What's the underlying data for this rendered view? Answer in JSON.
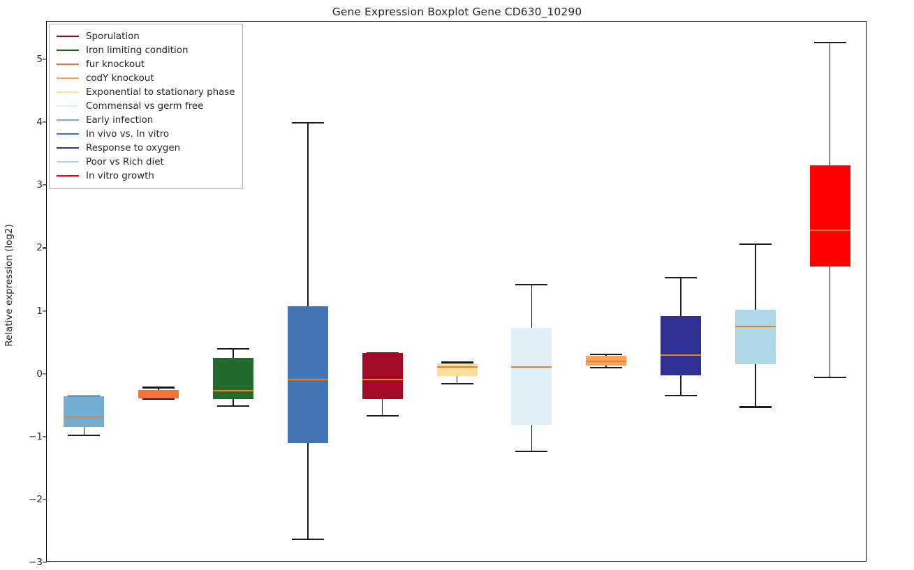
{
  "chart_data": {
    "type": "boxplot",
    "title": "Gene Expression Boxplot Gene CD630_10290",
    "xlabel": "",
    "ylabel": "Relative expression (log2)",
    "ylim": [
      -3.0,
      5.6
    ],
    "yticks": [
      5,
      4,
      3,
      2,
      1,
      0,
      -1,
      -2,
      -3
    ],
    "ytick_labels": [
      "5",
      "4",
      "3",
      "2",
      "1",
      "0",
      "−1",
      "−2",
      "−3"
    ],
    "grid": false,
    "median_color": "#ef7f23",
    "whisker_color": "#1a1a1a",
    "legend_position": "upper left",
    "boxes": [
      {
        "name": "Early infection",
        "color": "#74ACD2",
        "whisker_low": -0.98,
        "q1": -0.85,
        "median": -0.69,
        "q3": -0.36,
        "whisker_high": -0.36
      },
      {
        "name": "fur knockout",
        "color": "#F4703C",
        "whisker_low": -0.4,
        "q1": -0.39,
        "median": -0.33,
        "q3": -0.26,
        "whisker_high": -0.22
      },
      {
        "name": "Iron limiting condition",
        "color": "#236B2D",
        "whisker_low": -0.51,
        "q1": -0.4,
        "median": -0.27,
        "q3": 0.25,
        "whisker_high": 0.4
      },
      {
        "name": "In vivo vs. In vitro",
        "color": "#4375B5",
        "whisker_low": -2.63,
        "q1": -1.1,
        "median": -0.09,
        "q3": 1.07,
        "whisker_high": 3.99
      },
      {
        "name": "Sporulation",
        "color": "#A50B28",
        "whisker_low": -0.67,
        "q1": -0.4,
        "median": -0.09,
        "q3": 0.33,
        "whisker_high": 0.33
      },
      {
        "name": "Exponential to stationary phase",
        "color": "#FEDE9B",
        "whisker_low": -0.16,
        "q1": -0.04,
        "median": 0.11,
        "q3": 0.16,
        "whisker_high": 0.18
      },
      {
        "name": "Commensal vs germ free",
        "color": "#E2F1F8",
        "whisker_low": -1.24,
        "q1": -0.81,
        "median": 0.11,
        "q3": 0.73,
        "whisker_high": 1.42
      },
      {
        "name": "codY knockout",
        "color": "#FBA35C",
        "whisker_low": 0.1,
        "q1": 0.13,
        "median": 0.2,
        "q3": 0.28,
        "whisker_high": 0.31
      },
      {
        "name": "Response to oxygen",
        "color": "#2E3192",
        "whisker_low": -0.35,
        "q1": -0.03,
        "median": 0.3,
        "q3": 0.92,
        "whisker_high": 1.53
      },
      {
        "name": "Poor vs Rich diet",
        "color": "#ADD8E8",
        "whisker_low": -0.53,
        "q1": 0.15,
        "median": 0.75,
        "q3": 1.02,
        "whisker_high": 2.06
      },
      {
        "name": "In vitro growth",
        "color": "#FF0000",
        "whisker_low": -0.06,
        "q1": 1.7,
        "median": 2.28,
        "q3": 3.31,
        "whisker_high": 5.27
      }
    ]
  },
  "legend": {
    "items": [
      {
        "label": "Sporulation",
        "color": "#A50B28"
      },
      {
        "label": "Iron limiting condition",
        "color": "#1B5E20"
      },
      {
        "label": "fur knockout",
        "color": "#F4703C"
      },
      {
        "label": "codY knockout",
        "color": "#FBA35C"
      },
      {
        "label": "Exponential to stationary phase",
        "color": "#FEDE9B"
      },
      {
        "label": "Commensal vs germ free",
        "color": "#E2F1F8"
      },
      {
        "label": "Early infection",
        "color": "#74ACD2"
      },
      {
        "label": "In vivo vs. In vitro",
        "color": "#4375B5"
      },
      {
        "label": "Response to oxygen",
        "color": "#2E3192"
      },
      {
        "label": "Poor vs Rich diet",
        "color": "#ADD8E8"
      },
      {
        "label": "In vitro growth",
        "color": "#FF0000"
      }
    ]
  }
}
